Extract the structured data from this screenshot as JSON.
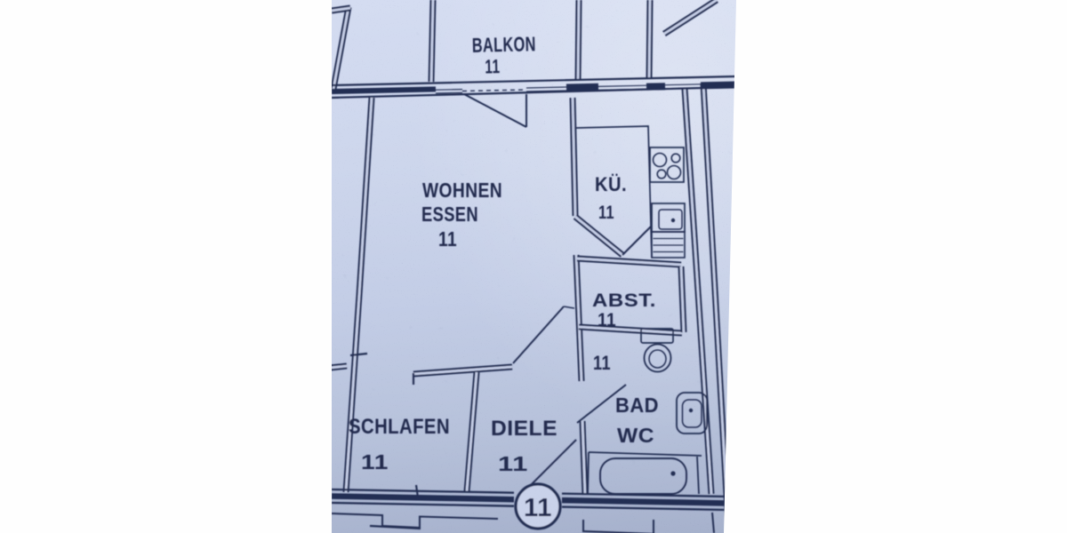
{
  "colors": {
    "paper_top": "#d4dcf1",
    "paper_mid": "#c7d0e8",
    "paper_bottom": "#a6b1cc",
    "ink": "#242d52",
    "backdrop": "#fefefe"
  },
  "plan": {
    "unit_number": "11",
    "badge": "11",
    "rooms": [
      {
        "name": "BALKON",
        "number": "11"
      },
      {
        "name": "WOHNEN",
        "name2": "ESSEN",
        "number": "11"
      },
      {
        "name": "KÜ.",
        "number": "11"
      },
      {
        "name": "ABST.",
        "number": "11"
      },
      {
        "name": "BAD",
        "name2": "WC",
        "number": "11"
      },
      {
        "name": "SCHLAFEN",
        "number": "11"
      },
      {
        "name": "DIELE",
        "number": "11"
      }
    ],
    "fixtures": [
      {
        "icon": "stove-icon"
      },
      {
        "icon": "kitchen-sink-icon"
      },
      {
        "icon": "kitchen-drawers-icon"
      },
      {
        "icon": "toilet-icon"
      },
      {
        "icon": "washbasin-icon"
      },
      {
        "icon": "bathtub-icon"
      }
    ]
  }
}
